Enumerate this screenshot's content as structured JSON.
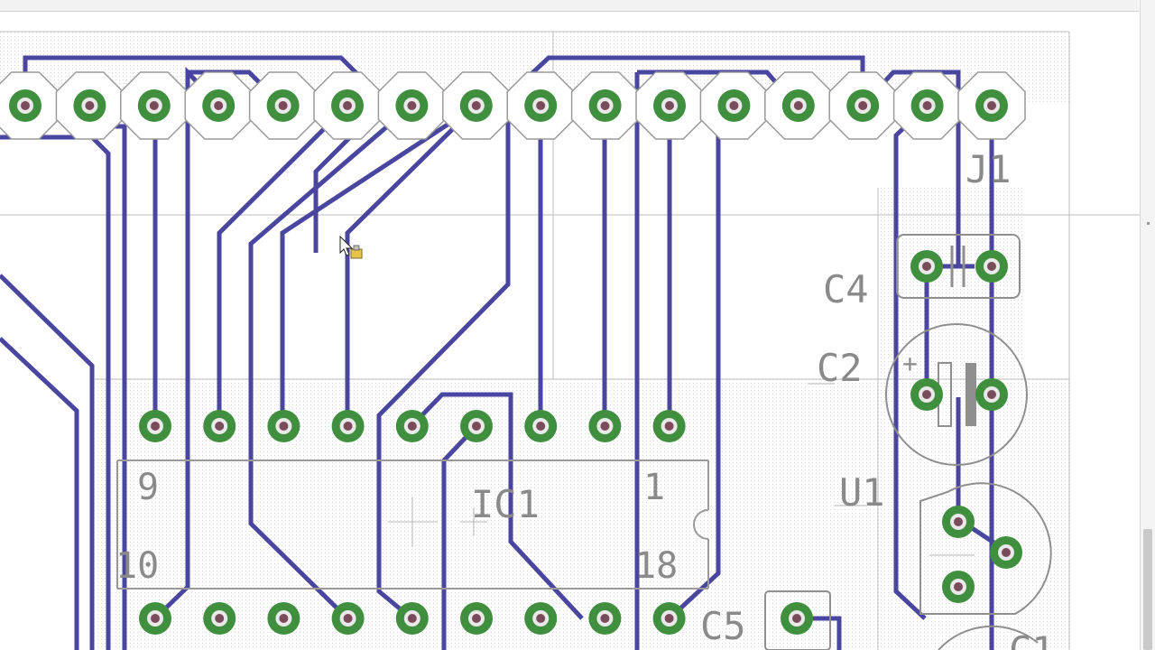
{
  "app": {
    "view": "PCB board editor"
  },
  "colors": {
    "trace": "#4a46a0",
    "pad_ring": "#3f8f3f",
    "pad_hole": "#7a4b5a",
    "silkscreen": "#8a8a8a",
    "background": "#ffffff",
    "grid_dots": "#d9d9d9"
  },
  "components": {
    "connector": {
      "ref": "J1"
    },
    "ic": {
      "ref": "IC1",
      "pin_first": "1",
      "pin_9": "9",
      "pin_10": "10",
      "pin_last": "18"
    },
    "capacitors": {
      "c4": "C4",
      "c2": "C2",
      "c5": "C5",
      "c1_partial": "C1",
      "c2_polarity": "+"
    },
    "regulator": {
      "ref": "U1"
    }
  },
  "cursor": {
    "icon": "pointer-with-tool-icon"
  }
}
